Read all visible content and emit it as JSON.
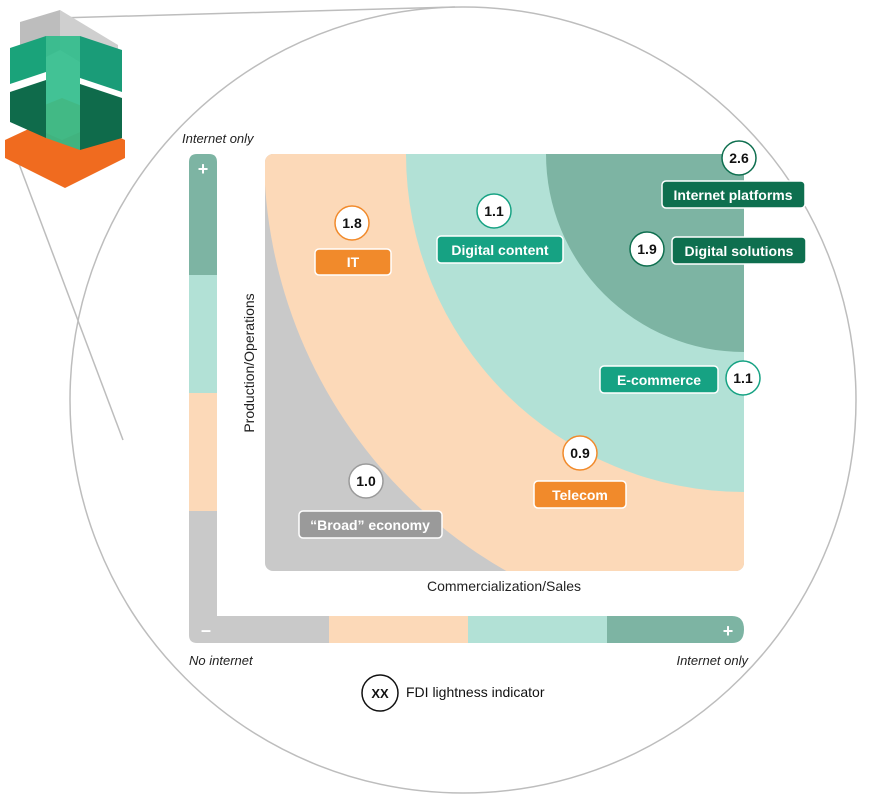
{
  "colors": {
    "gray_zone": "#c9c9c9",
    "peach_zone": "#fcd9b8",
    "mint_zone": "#b2e1d6",
    "sage_zone": "#7db4a3",
    "orange_label": "#f18a2b",
    "teal_label": "#16a283",
    "darkgreen_label": "#0e6f4f",
    "gray_label": "#9a9a9a"
  },
  "axes": {
    "y_title": "Production/Operations",
    "x_title": "Commercialization/Sales",
    "y_top_label": "Internet only",
    "x_left_label": "No internet",
    "x_right_label": "Internet only",
    "plus": "+",
    "minus": "–"
  },
  "legend": {
    "badge": "XX",
    "text": "FDI lightness indicator"
  },
  "segments": [
    {
      "label": "IT",
      "value": "1.8",
      "color": "orange"
    },
    {
      "label": "Digital content",
      "value": "1.1",
      "color": "teal"
    },
    {
      "label": "Internet platforms",
      "value": "2.6",
      "color": "darkgreen"
    },
    {
      "label": "Digital solutions",
      "value": "1.9",
      "color": "darkgreen"
    },
    {
      "label": "E-commerce",
      "value": "1.1",
      "color": "teal"
    },
    {
      "label": "Telecom",
      "value": "0.9",
      "color": "orange"
    },
    {
      "label": "“Broad” economy",
      "value": "1.0",
      "color": "gray"
    }
  ]
}
